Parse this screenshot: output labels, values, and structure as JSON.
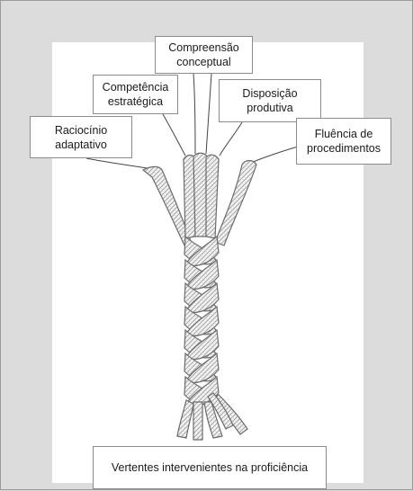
{
  "labels": {
    "compreensao": "Compreensão\nconceptual",
    "competencia": "Competência\nestratégica",
    "disposicao": "Disposição\nprodutiva",
    "raciocinio": "Raciocínio\nadaptativo",
    "fluencia": "Fluência de\nprocedimentos"
  },
  "footer": "Vertentes intervenientes na proficiência",
  "colors": {
    "rope_stroke": "#6b6b6b",
    "rope_fill": "#f2f2f2",
    "box_border": "#8c8c8c"
  }
}
